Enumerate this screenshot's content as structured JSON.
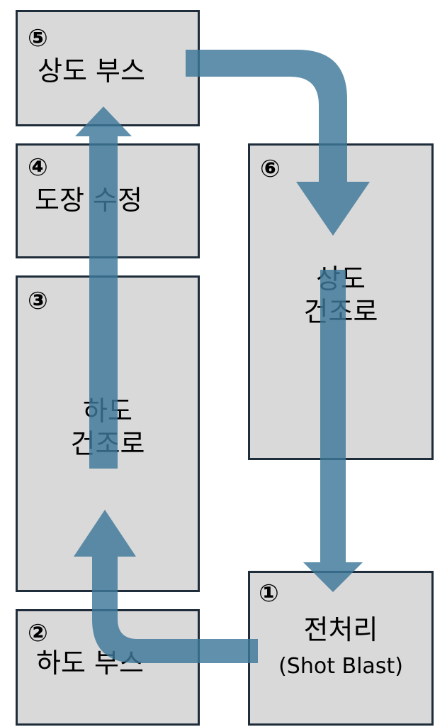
{
  "diagram": {
    "stations": [
      {
        "num": "⑤",
        "lines": [
          "상도 부스"
        ]
      },
      {
        "num": "④",
        "lines": [
          "도장 수정"
        ]
      },
      {
        "num": "③",
        "lines": [
          "하도",
          "건조로"
        ]
      },
      {
        "num": "②",
        "lines": [
          "하도 부스"
        ]
      },
      {
        "num": "⑥",
        "lines": [
          "상도",
          "건조로"
        ]
      },
      {
        "num": "①",
        "lines": [
          "전처리",
          "(Shot Blast)"
        ]
      }
    ]
  },
  "colors": {
    "box_fill": "#d9d9d9",
    "box_border": "#1f2d3a",
    "arrow": "#3d7898"
  }
}
